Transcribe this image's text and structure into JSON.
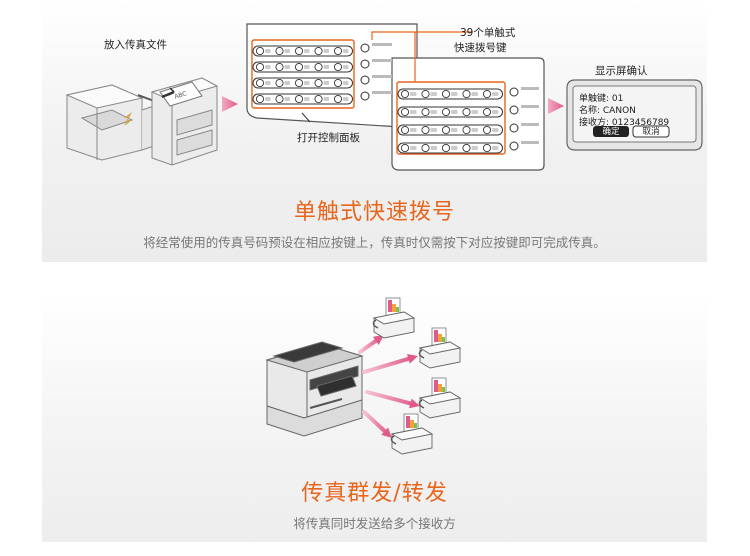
{
  "section1": {
    "label_feed": "放入传真文件",
    "label_keys_line1": "39个单触式",
    "label_keys_line2": "快速拨号键",
    "label_open_panel": "打开控制面板",
    "label_display": "显示屏确认",
    "lcd_line1": "单触键: 01",
    "lcd_line2": "名称: CANON",
    "lcd_line3": "接收方: 0123456789",
    "lcd_ok": "确定",
    "lcd_cancel": "取消",
    "paper_text": "ABC",
    "title": "单触式快速拨号",
    "desc": "将经常使用的传真号码预设在相应按键上，传真时仅需按下对应按键即可完成传真。"
  },
  "section2": {
    "title": "传真群发/转发",
    "desc": "将传真同时发送给多个接收方"
  },
  "colors": {
    "accent": "#e8651c",
    "arrow": "#e05a8a",
    "desc_text": "#777777"
  }
}
